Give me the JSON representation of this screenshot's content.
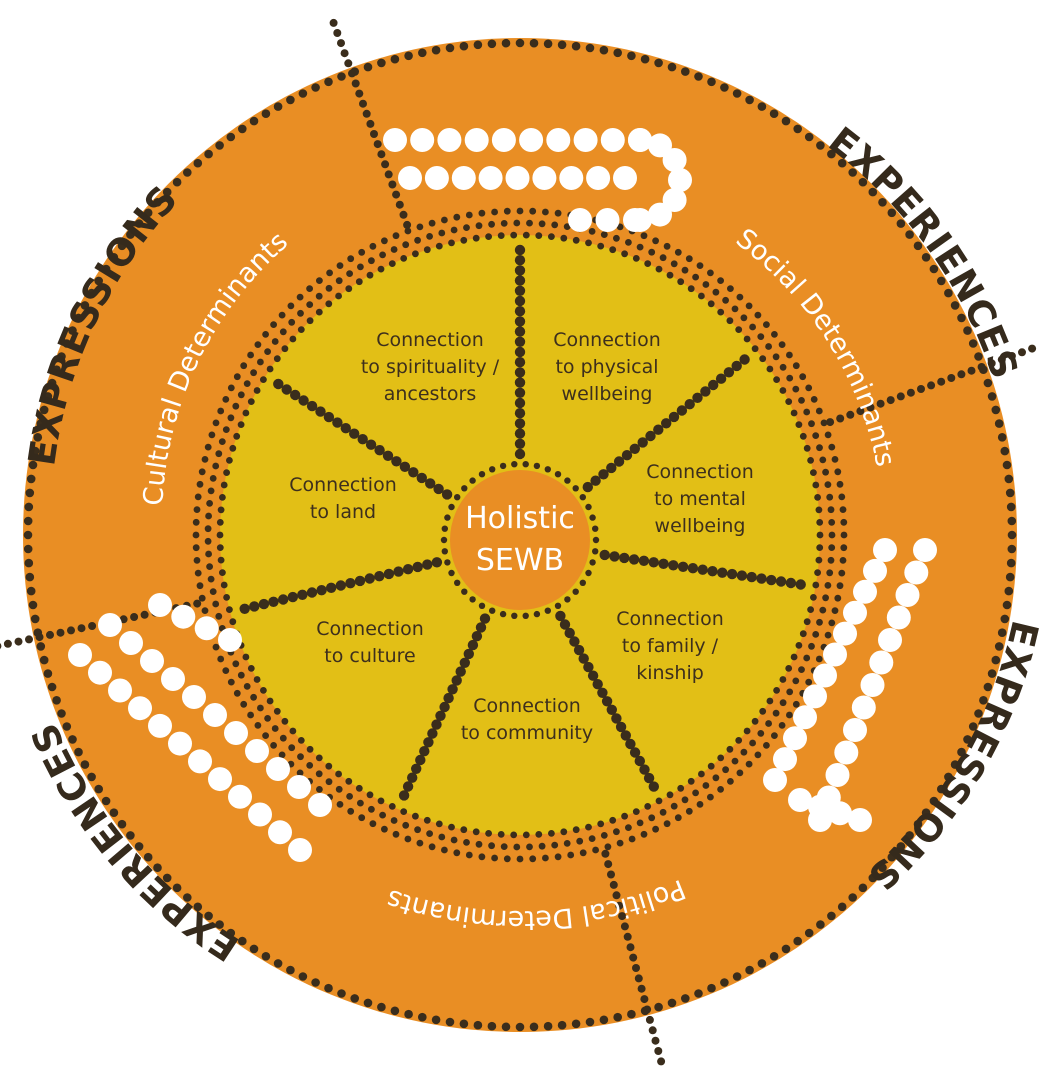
{
  "center": {
    "line1": "Holistic",
    "line2": "SEWB"
  },
  "segments": [
    {
      "lines": [
        "Connection",
        "to spirituality /",
        "ancestors"
      ]
    },
    {
      "lines": [
        "Connection",
        "to physical",
        "wellbeing"
      ]
    },
    {
      "lines": [
        "Connection",
        "to mental",
        "wellbeing"
      ]
    },
    {
      "lines": [
        "Connection",
        "to family /",
        "kinship"
      ]
    },
    {
      "lines": [
        "Connection",
        "to community"
      ]
    },
    {
      "lines": [
        "Connection",
        "to culture"
      ]
    },
    {
      "lines": [
        "Connection",
        "to land"
      ]
    }
  ],
  "determinants": {
    "cultural": "Cultural Determinants",
    "social": "Social Determinants",
    "political": "Political Determinants"
  },
  "outer_labels": {
    "expressions_left": "EXPRESSIONS",
    "experiences_top_right": "EXPERIENCES",
    "expressions_right": "EXPRESSIONS",
    "experiences_bottom_left": "EXPERIENCES"
  },
  "colors": {
    "outer_ring": "#e98e24",
    "inner_circle": "#e2bf16",
    "center_circle": "#e98e24",
    "dots": "#3a2d1c",
    "white_dots": "#ffffff"
  }
}
